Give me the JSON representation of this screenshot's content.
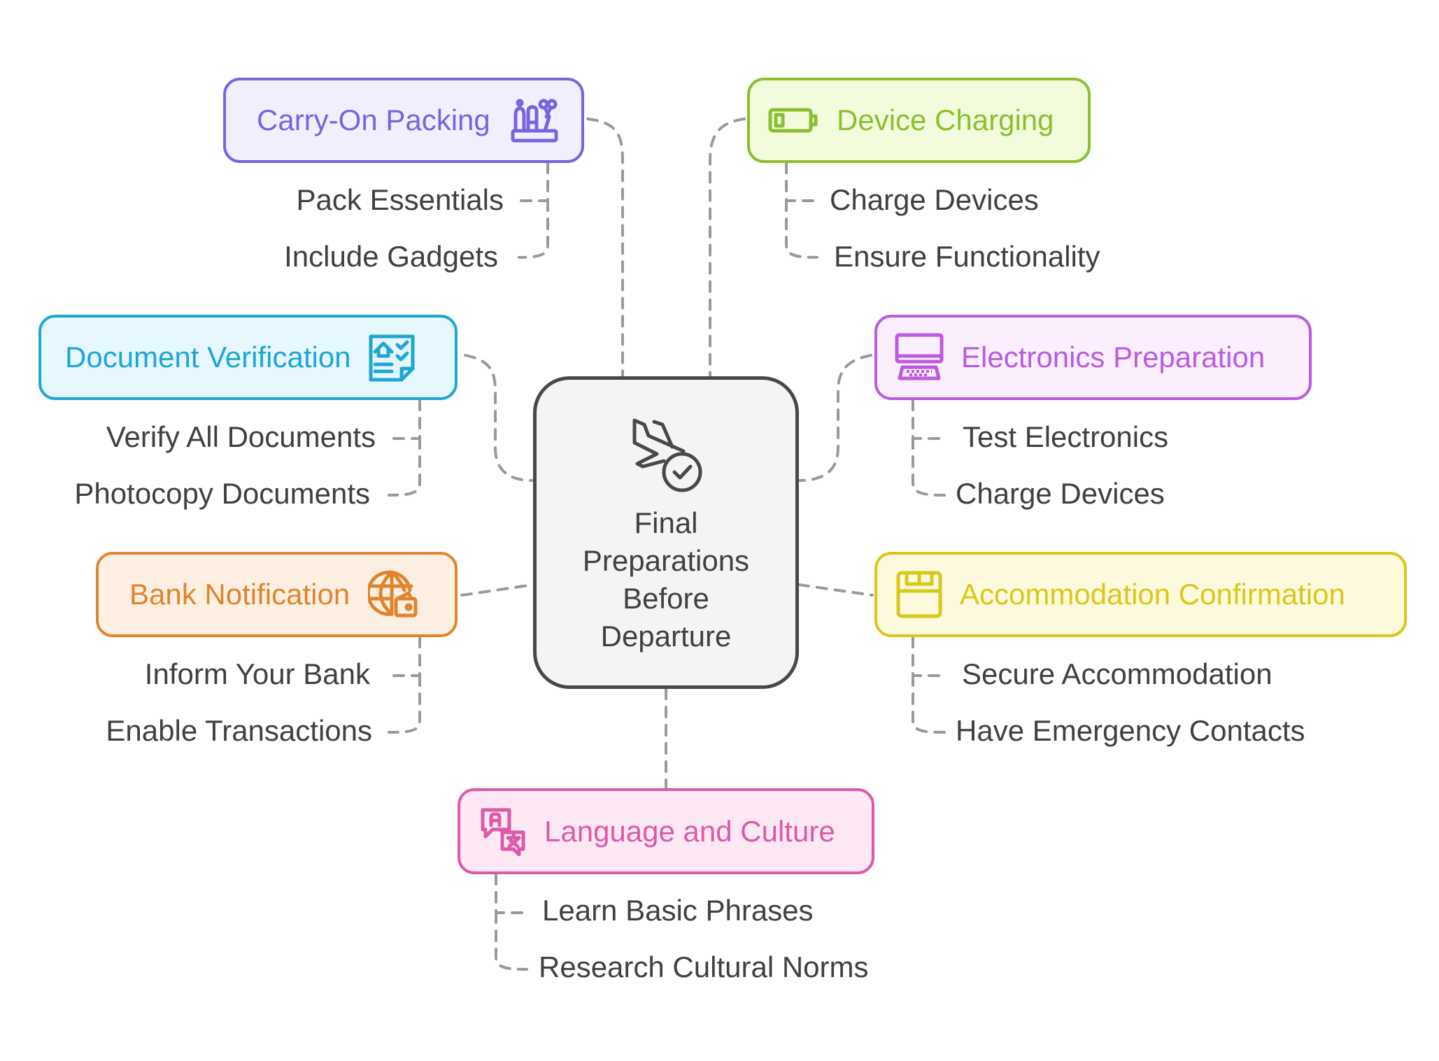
{
  "diagram": {
    "type": "mind-map",
    "center": {
      "title_lines": [
        "Final",
        "Preparations",
        "Before",
        "Departure"
      ],
      "icon": "airplane-landing-check-icon"
    },
    "branches": [
      {
        "id": "carry-on",
        "title": "Carry-On Packing",
        "icon": "toiletries-kit-icon",
        "color": "#7b63e0",
        "bg": "#f1eefd",
        "items": [
          "Pack Essentials",
          "Include Gadgets"
        ]
      },
      {
        "id": "device-charging",
        "title": "Device Charging",
        "icon": "battery-low-icon",
        "color": "#8cbf2f",
        "bg": "#f2fcdc",
        "items": [
          "Charge Devices",
          "Ensure Functionality"
        ]
      },
      {
        "id": "document-verification",
        "title": "Document Verification",
        "icon": "document-checklist-icon",
        "color": "#1ea7d6",
        "bg": "#e6f8fd",
        "items": [
          "Verify All Documents",
          "Photocopy Documents"
        ]
      },
      {
        "id": "electronics-preparation",
        "title": "Electronics Preparation",
        "icon": "computer-keyboard-icon",
        "color": "#bb5be0",
        "bg": "#fbeefd",
        "items": [
          "Test Electronics",
          "Charge Devices"
        ]
      },
      {
        "id": "bank-notification",
        "title": "Bank Notification",
        "icon": "globe-wallet-icon",
        "color": "#e0852d",
        "bg": "#fdf0e3",
        "items": [
          "Inform Your Bank",
          "Enable Transactions"
        ]
      },
      {
        "id": "accommodation-confirmation",
        "title": "Accommodation Confirmation",
        "icon": "storage-box-icon",
        "color": "#d9c81a",
        "bg": "#fdf9dc",
        "items": [
          "Secure Accommodation",
          "Have Emergency Contacts"
        ]
      },
      {
        "id": "language-culture",
        "title": "Language and Culture",
        "icon": "translate-icon",
        "color": "#dc5aa9",
        "bg": "#fde8f4",
        "items": [
          "Learn Basic Phrases",
          "Research Cultural Norms"
        ]
      }
    ]
  }
}
